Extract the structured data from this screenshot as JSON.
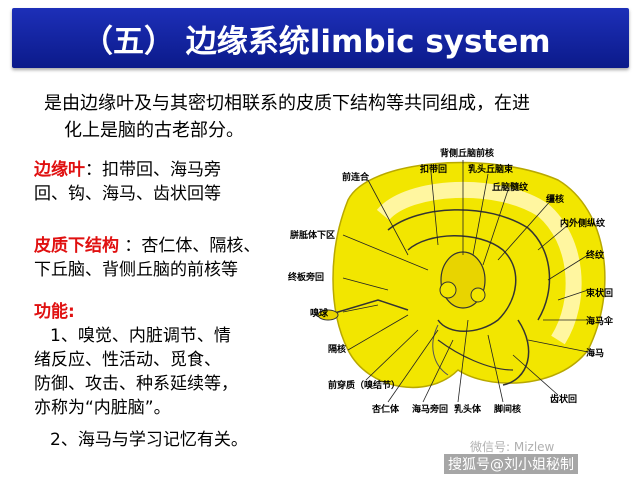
{
  "title": "（五） 边缘系统limbic system",
  "intro": {
    "line1": "是由边缘叶及与其密切相联系的皮质下结构等共同组成，在进",
    "line2": "化上是脑的古老部分。"
  },
  "limbic_lobe": {
    "key": "边缘叶",
    "text1": "：扣带回、海马旁",
    "text2": "回、钩、海马、齿状回等"
  },
  "subcortical": {
    "key": "皮质下结构",
    "text1": " ：杏仁体、隔核、",
    "text2": "下丘脑、背侧丘脑的前核等"
  },
  "function": {
    "key": "功能:",
    "item1_line1": "1、嗅觉、内脏调节、情",
    "item1_line2": "绪反应、性活动、觅食、",
    "item1_line3": "防御、攻击、种系延续等，",
    "item1_line4": "亦称为“内脏脑”。",
    "item2": "2、海马与学习记忆有关。"
  },
  "diagram_labels": {
    "l1": "背侧丘脑前核",
    "l2": "扣带回",
    "l3": "乳头丘脑束",
    "l4": "前连合",
    "l5": "丘脑髓纹",
    "l6": "缰核",
    "l7": "内外侧纵纹",
    "l8": "胼胝体下区",
    "l9": "终纹",
    "l10": "终板旁回",
    "l11": "束状回",
    "l12": "嗅球",
    "l13": "海马伞",
    "l14": "隔核",
    "l15": "海马",
    "l16": "前穿质（嗅结节）",
    "l17": "杏仁体",
    "l18": "海马旁回",
    "l19": "乳头体",
    "l20": "脚间核",
    "l21": "齿状回"
  },
  "footer": {
    "wechat": "微信号: Mizlew",
    "source": "搜狐号@刘小姐秘制"
  },
  "colors": {
    "title_bg": "#1d2fb8",
    "accent_red": "#e01010",
    "diagram_yellow": "#f2e600"
  }
}
